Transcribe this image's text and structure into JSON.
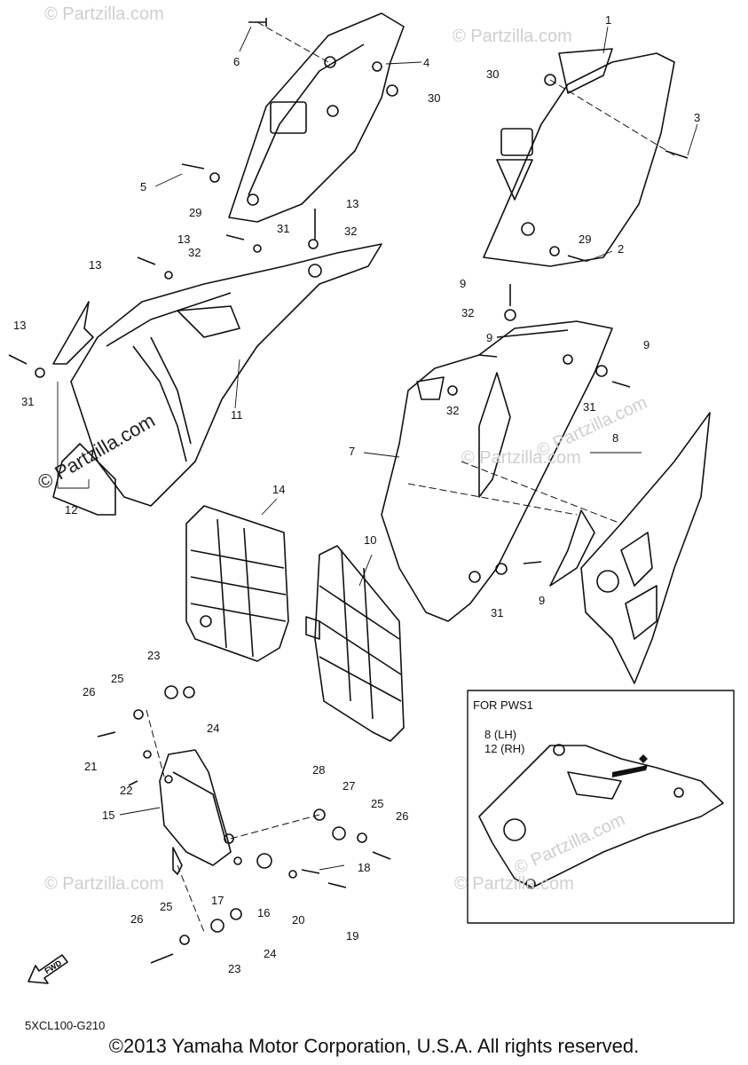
{
  "watermarks": [
    "© Partzilla.com",
    "© Partzilla.com",
    "© Partzilla.com",
    "© Partzilla.com",
    "© Partzilla.com",
    "© Partzilla.com",
    "© Partzilla.com"
  ],
  "watermark_main": "© Partzilla.com",
  "callouts": [
    "1",
    "2",
    "3",
    "4",
    "5",
    "6",
    "7",
    "8",
    "9",
    "9",
    "9",
    "9",
    "10",
    "11",
    "12",
    "13",
    "13",
    "13",
    "13",
    "14",
    "15",
    "16",
    "17",
    "18",
    "19",
    "20",
    "21",
    "22",
    "23",
    "23",
    "24",
    "24",
    "25",
    "25",
    "25",
    "26",
    "26",
    "26",
    "27",
    "28",
    "29",
    "29",
    "30",
    "30",
    "31",
    "31",
    "31",
    "31",
    "32",
    "32",
    "32",
    "32"
  ],
  "inset": {
    "title": "FOR PWS1",
    "label_lh": "8  (LH)",
    "label_rh": "12 (RH)"
  },
  "fwd_label": "FWD",
  "diagram_code": "5XCL100-G210",
  "copyright": "©2013 Yamaha Motor Corporation, U.S.A. All rights reserved."
}
